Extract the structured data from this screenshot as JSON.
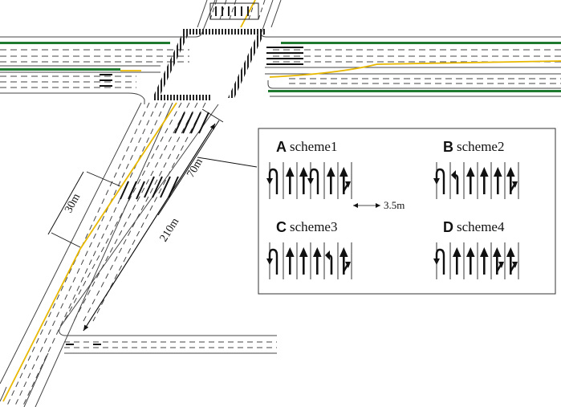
{
  "dimensions": {
    "d30": "30m",
    "d70": "70m",
    "d210": "210m",
    "lane_width": "3.5m"
  },
  "legend": {
    "schemes": [
      {
        "letter": "A",
        "label": "scheme1",
        "lanes": [
          "left-uturn",
          "straight",
          "straight",
          "left-uturn",
          "straight",
          "straight-right"
        ]
      },
      {
        "letter": "B",
        "label": "scheme2",
        "lanes": [
          "left-uturn",
          "left",
          "straight",
          "straight",
          "straight",
          "straight-right"
        ]
      },
      {
        "letter": "C",
        "label": "scheme3",
        "lanes": [
          "left-uturn",
          "straight",
          "straight",
          "straight",
          "left",
          "straight-right"
        ]
      },
      {
        "letter": "D",
        "label": "scheme4",
        "lanes": [
          "left-uturn",
          "straight",
          "straight",
          "straight",
          "straight-right",
          "straight-right"
        ]
      }
    ]
  },
  "colors": {
    "road_line": "#444444",
    "median": "#1e7a2e",
    "center_line": "#e8b800",
    "arrow": "#111111"
  }
}
